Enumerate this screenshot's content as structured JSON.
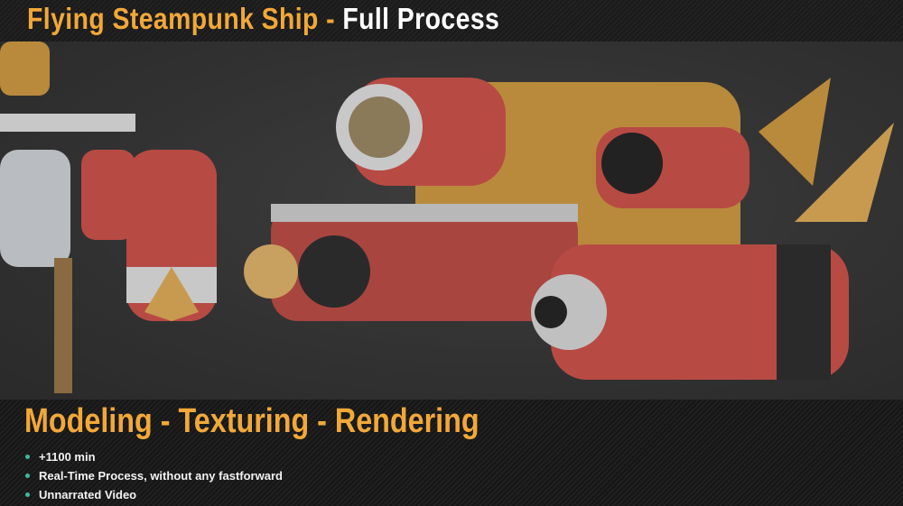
{
  "header": {
    "title_part1": "Flying Steampunk Ship - ",
    "title_part2": "Full Process"
  },
  "footer": {
    "subtitle": "Modeling - Texturing - Rendering",
    "bullets": [
      "+1100 min",
      "Real-Time Process, without any fastforward",
      "Unnarrated Video"
    ]
  },
  "colors": {
    "accent": "#f2a838",
    "bullet": "#3fb8a0",
    "ship_red": "#b84a44",
    "ship_wood": "#b98a3c",
    "metal": "#c8c8c8"
  }
}
